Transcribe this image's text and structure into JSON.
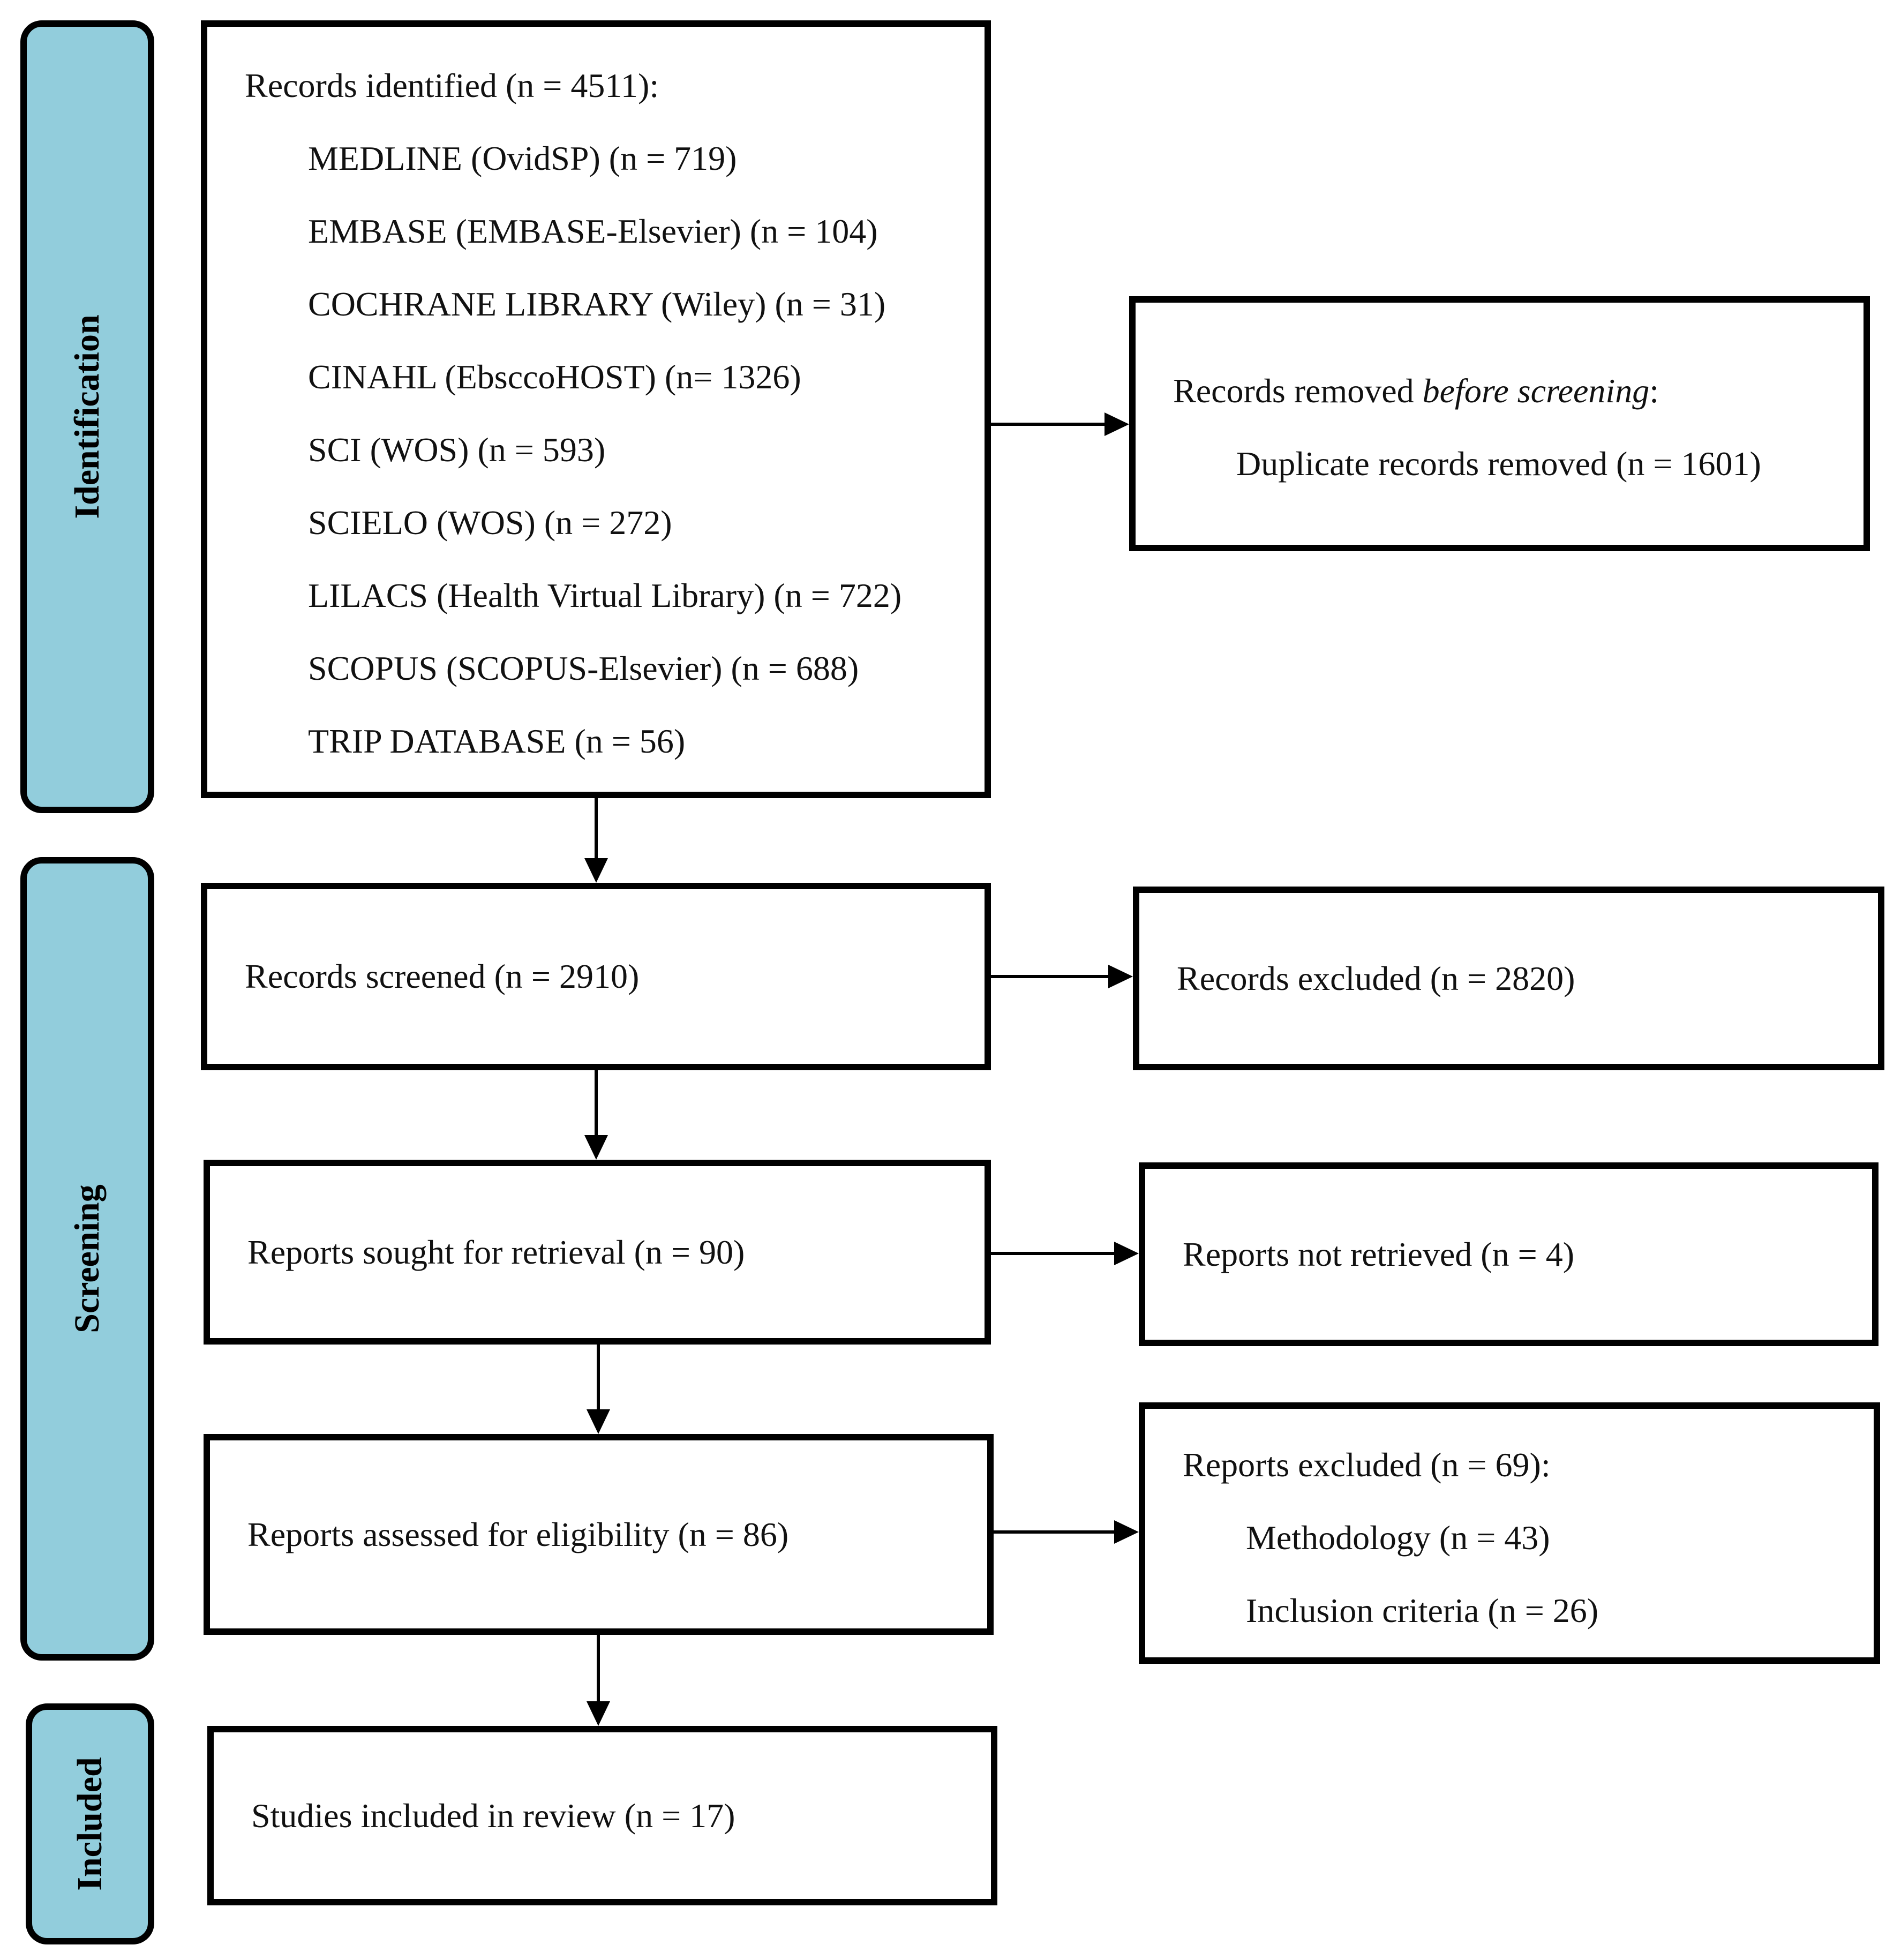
{
  "phases": {
    "identification": "Identification",
    "screening": "Screening",
    "included": "Included"
  },
  "identified": {
    "header": "Records identified (n = 4511):",
    "sources": [
      "MEDLINE (OvidSP) (n = 719)",
      "EMBASE (EMBASE-Elsevier) (n = 104)",
      "COCHRANE LIBRARY (Wiley) (n = 31)",
      "CINAHL (EbsccoHOST) (n= 1326)",
      "SCI (WOS) (n = 593)",
      "SCIELO (WOS) (n = 272)",
      "LILACS (Health Virtual Library) (n = 722)",
      "SCOPUS (SCOPUS-Elsevier) (n = 688)",
      "TRIP DATABASE (n = 56)"
    ]
  },
  "removed": {
    "prefix": "Records removed ",
    "emphasis": "before screening",
    "suffix": ":",
    "duplicates": "Duplicate records removed (n = 1601)"
  },
  "screened": "Records screened (n = 2910)",
  "excluded": "Records excluded (n = 2820)",
  "sought": "Reports sought for retrieval (n = 90)",
  "not_retrieved": "Reports not retrieved (n = 4)",
  "assessed": "Reports assessed for eligibility (n = 86)",
  "reports_excluded": {
    "header": "Reports excluded (n = 69):",
    "reasons": [
      "Methodology (n = 43)",
      "Inclusion criteria (n = 26)"
    ]
  },
  "included": "Studies included in review (n = 17)"
}
